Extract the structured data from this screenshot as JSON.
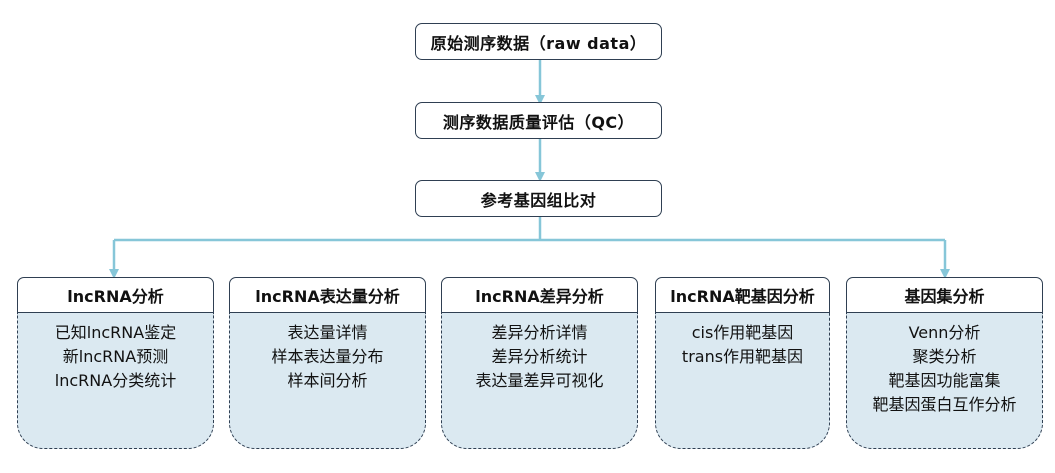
{
  "flow": {
    "step1": "原始测序数据（raw data）",
    "step2": "测序数据质量评估（QC）",
    "step3": "参考基因组比对"
  },
  "modules": [
    {
      "title": "lncRNA分析",
      "items": [
        "已知lncRNA鉴定",
        "新lncRNA预测",
        "lncRNA分类统计"
      ]
    },
    {
      "title": "lncRNA表达量分析",
      "items": [
        "表达量详情",
        "样本表达量分布",
        "样本间分析"
      ]
    },
    {
      "title": "lncRNA差异分析",
      "items": [
        "差异分析详情",
        "差异分析统计",
        "表达量差异可视化"
      ]
    },
    {
      "title": "lncRNA靶基因分析",
      "items": [
        "cis作用靶基因",
        "trans作用靶基因"
      ]
    },
    {
      "title": "基因集分析",
      "items": [
        "Venn分析",
        "聚类分析",
        "靶基因功能富集",
        "靶基因蛋白互作分析"
      ]
    }
  ],
  "colors": {
    "arrow": "#86c6d8",
    "border": "#2f3f52",
    "panel_fill": "#dbe9f1"
  }
}
